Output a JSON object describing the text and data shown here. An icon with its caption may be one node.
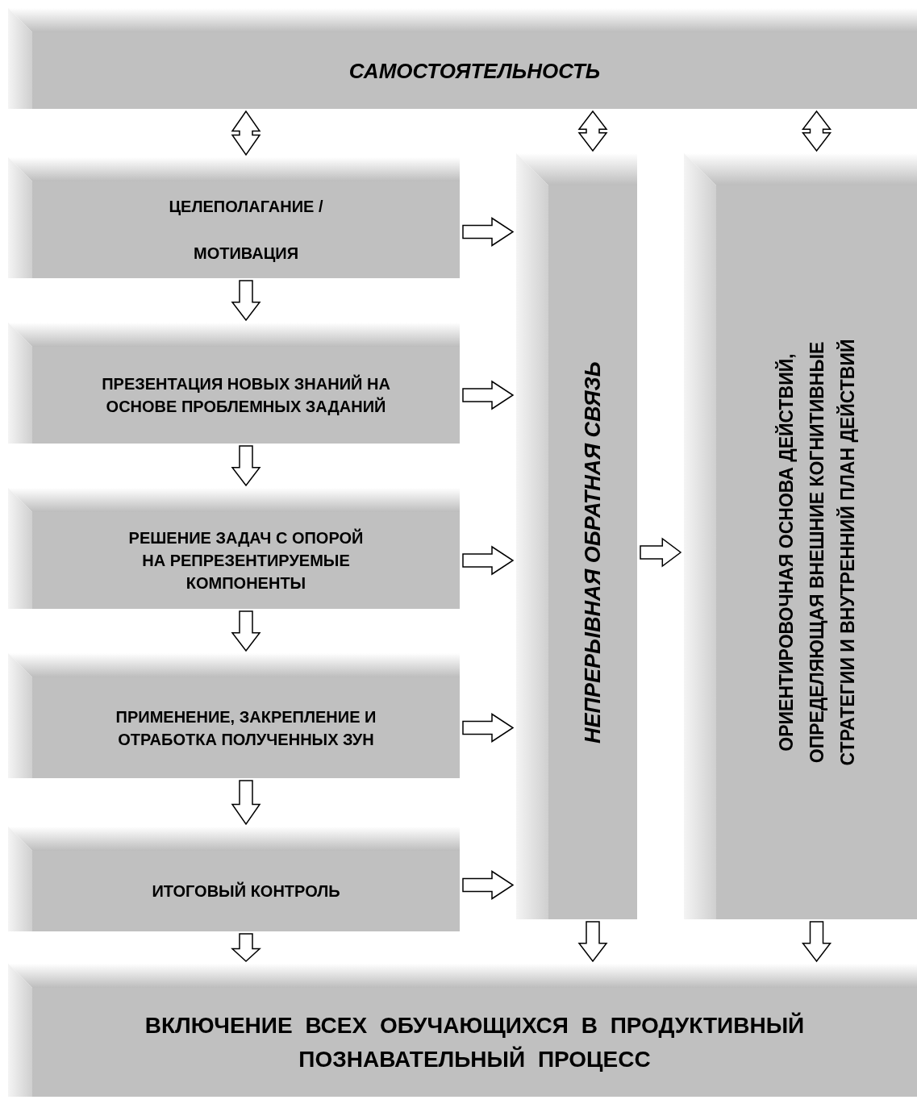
{
  "diagram": {
    "nodes": [
      {
        "text": [
          "САМОСТОЯТЕЛЬНОСТЬ"
        ]
      },
      {
        "text": [
          "ЦЕЛЕПОЛАГАНИЕ / МОТИВАЦИЯ"
        ]
      },
      {
        "text": [
          "ПРЕЗЕНТАЦИЯ НОВЫХ ЗНАНИЙ НА ОСНОВЕ ПРОБЛЕМНЫХ ЗАДАНИЙ"
        ]
      },
      {
        "text": [
          "РЕШЕНИЕ ЗАДАЧ С ОПОРОЙ НА РЕПРЕЗЕНТИРУЕМЫЕ КОМПОНЕНТЫ"
        ]
      },
      {
        "text": [
          "ПРИМЕНЕНИЕ, ЗАКРЕПЛЕНИЕ И ОТРАБОТКА ПОЛУЧЕННЫХ ЗУН"
        ]
      },
      {
        "text": [
          "ИТОГОВЫЙ КОНТРОЛЬ"
        ]
      },
      {
        "text": [
          "НЕПРЕРЫВНАЯ ОБРАТНАЯ СВЯЗЬ"
        ]
      },
      {
        "text": [
          "ОРИЕНТИРОВОЧНАЯ ОСНОВА ДЕЙСТВИЙ, ОПРЕДЕЛЯЮЩАЯ ВНЕШНИЕ КОГНИТИВНЫЕ СТРАТЕГИИ И ВНУТРЕННИЙ ПЛАН ДЕЙСТВИЙ"
        ]
      },
      {
        "text": [
          "ВКЛЮЧЕНИЕ ВСЕХ ОБУЧАЮЩИХСЯ В ПРОДУКТИВНЫЙ ПОЗНАВАТЕЛЬНЫЙ ПРОЦЕСС"
        ]
      }
    ],
    "edges": [
      {
        "from": 0,
        "to": 1,
        "arrow": "both"
      },
      {
        "from": 0,
        "to": 6,
        "arrow": "both"
      },
      {
        "from": 0,
        "to": 7,
        "arrow": "both"
      },
      {
        "from": 1,
        "to": 2,
        "arrow": "to"
      },
      {
        "from": 2,
        "to": 3,
        "arrow": "to"
      },
      {
        "from": 3,
        "to": 4,
        "arrow": "to"
      },
      {
        "from": 4,
        "to": 5,
        "arrow": "to"
      },
      {
        "from": 1,
        "to": 6,
        "arrow": "to"
      },
      {
        "from": 2,
        "to": 6,
        "arrow": "to"
      },
      {
        "from": 3,
        "to": 6,
        "arrow": "to"
      },
      {
        "from": 4,
        "to": 6,
        "arrow": "to"
      },
      {
        "from": 5,
        "to": 6,
        "arrow": "to"
      },
      {
        "from": 6,
        "to": 7,
        "arrow": "to"
      },
      {
        "from": 5,
        "to": 8,
        "arrow": "to"
      },
      {
        "from": 6,
        "to": 8,
        "arrow": "to"
      },
      {
        "from": 7,
        "to": 8,
        "arrow": "to"
      }
    ]
  }
}
